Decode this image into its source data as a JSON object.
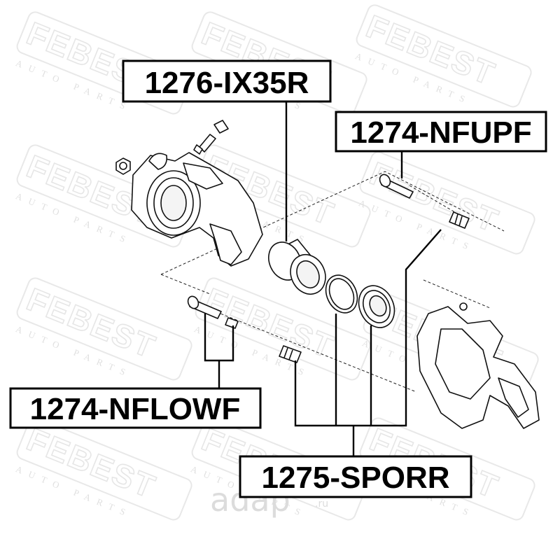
{
  "watermark": {
    "brand": "FEBEST",
    "tagline": "AUTO PARTS",
    "seal_main": "adap",
    "seal_suffix": ".ru"
  },
  "labels": {
    "caliper": "1276-IX35R",
    "upper_pin": "1274-NFUPF",
    "lower_pin": "1274-NFLOWF",
    "repair_kit": "1275-SPORR"
  },
  "colors": {
    "ink": "#000000",
    "watermark": "#e6e6e6"
  }
}
